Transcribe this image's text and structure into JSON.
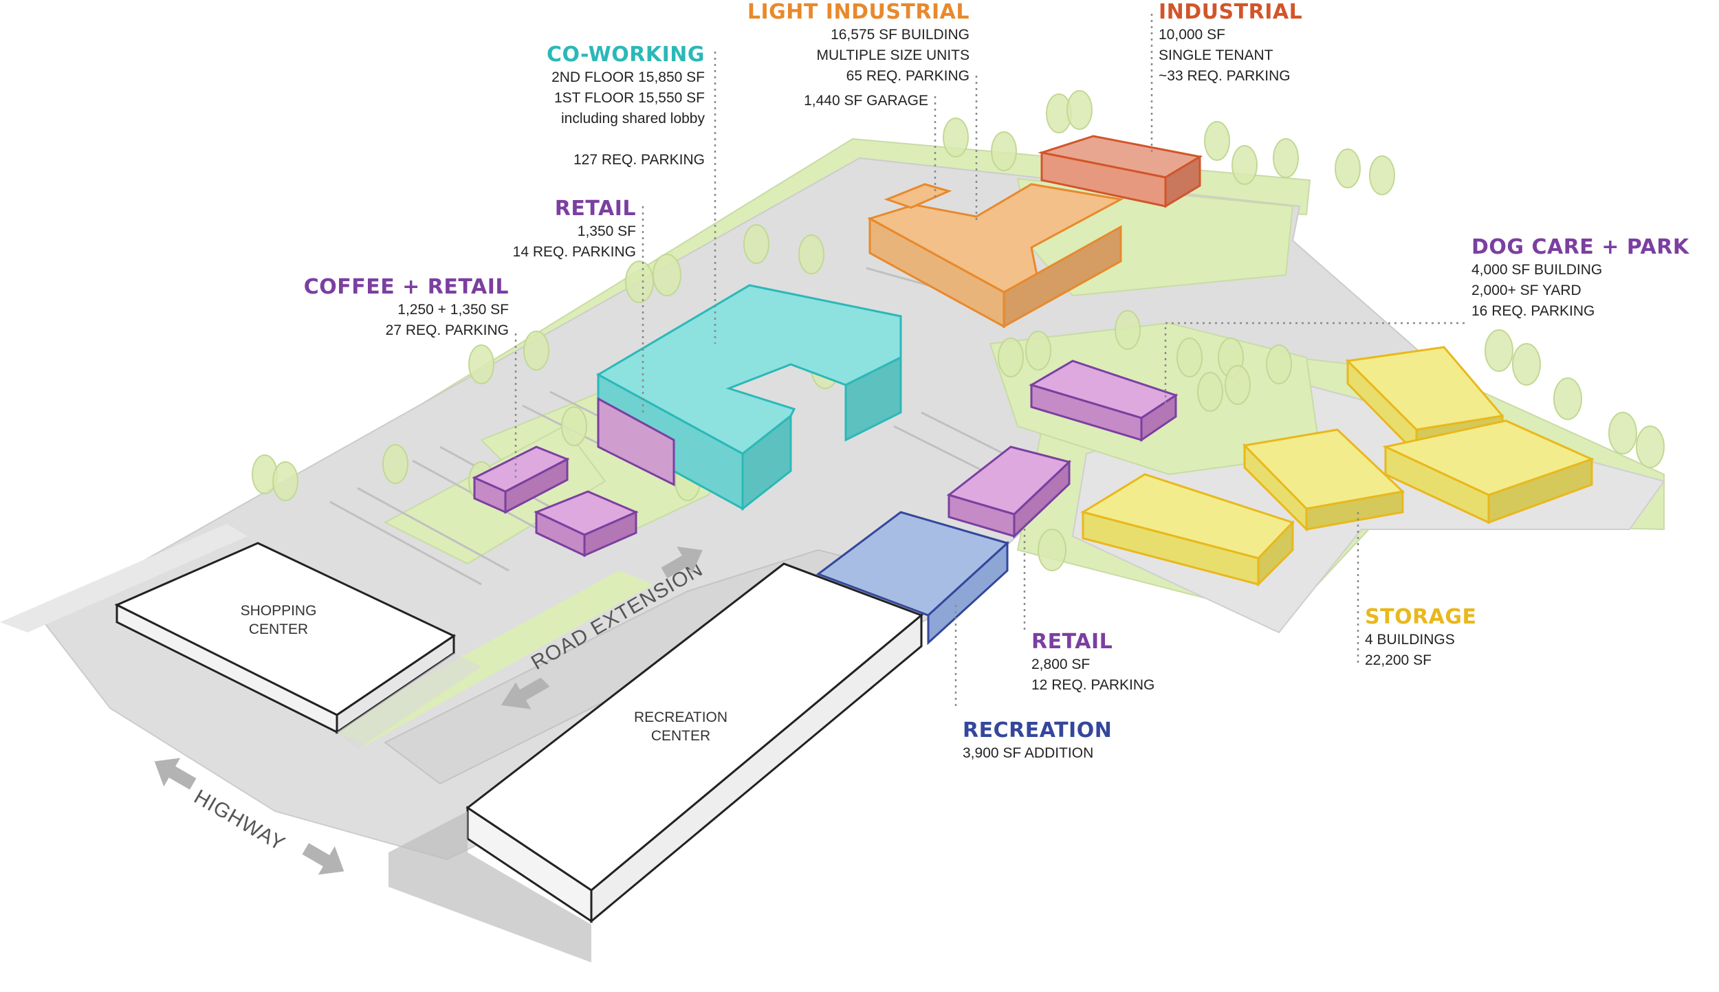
{
  "colors": {
    "industrial": "#d2552a",
    "light_industrial": "#e8892c",
    "coworking": "#2bb8b8",
    "retail": "#7b3fa0",
    "dog_care": "#7b3fa0",
    "recreation": "#34479c",
    "storage": "#e9b81c",
    "lawn": "#dcedb8",
    "paving": "#dedede"
  },
  "labels": {
    "coworking": {
      "title": "CO-WORKING",
      "lines": [
        "2ND FLOOR  15,850 SF",
        "1ST FLOOR  15,550 SF",
        "including shared lobby",
        "",
        "127 REQ. PARKING"
      ]
    },
    "light_industrial": {
      "title": "LIGHT INDUSTRIAL",
      "lines": [
        "16,575 SF BUILDING",
        "MULTIPLE SIZE UNITS",
        "65 REQ. PARKING"
      ]
    },
    "garage": {
      "lines": [
        "1,440 SF GARAGE"
      ]
    },
    "industrial": {
      "title": "INDUSTRIAL",
      "lines": [
        "10,000 SF",
        "SINGLE TENANT",
        "~33 REQ. PARKING"
      ]
    },
    "retail_north": {
      "title": "RETAIL",
      "lines": [
        "1,350 SF",
        "14 REQ. PARKING"
      ]
    },
    "coffee_retail": {
      "title": "COFFEE + RETAIL",
      "lines": [
        "1,250 + 1,350 SF",
        "27 REQ. PARKING"
      ]
    },
    "dog_care": {
      "title": "DOG CARE + PARK",
      "lines": [
        "4,000 SF    BUILDING",
        "2,000+ SF  YARD",
        "16 REQ. PARKING"
      ]
    },
    "storage": {
      "title": "STORAGE",
      "lines": [
        "4 BUILDINGS",
        "22,200 SF"
      ]
    },
    "retail_south": {
      "title": "RETAIL",
      "lines": [
        "2,800 SF",
        "12 REQ. PARKING"
      ]
    },
    "recreation": {
      "title": "RECREATION",
      "lines": [
        "3,900 SF ADDITION"
      ]
    }
  },
  "buildings": {
    "shopping_center": [
      "SHOPPING",
      "CENTER"
    ],
    "recreation_center": [
      "RECREATION",
      "CENTER"
    ]
  },
  "roads": {
    "road_extension": "ROAD EXTENSION",
    "highway": "HIGHWAY"
  }
}
